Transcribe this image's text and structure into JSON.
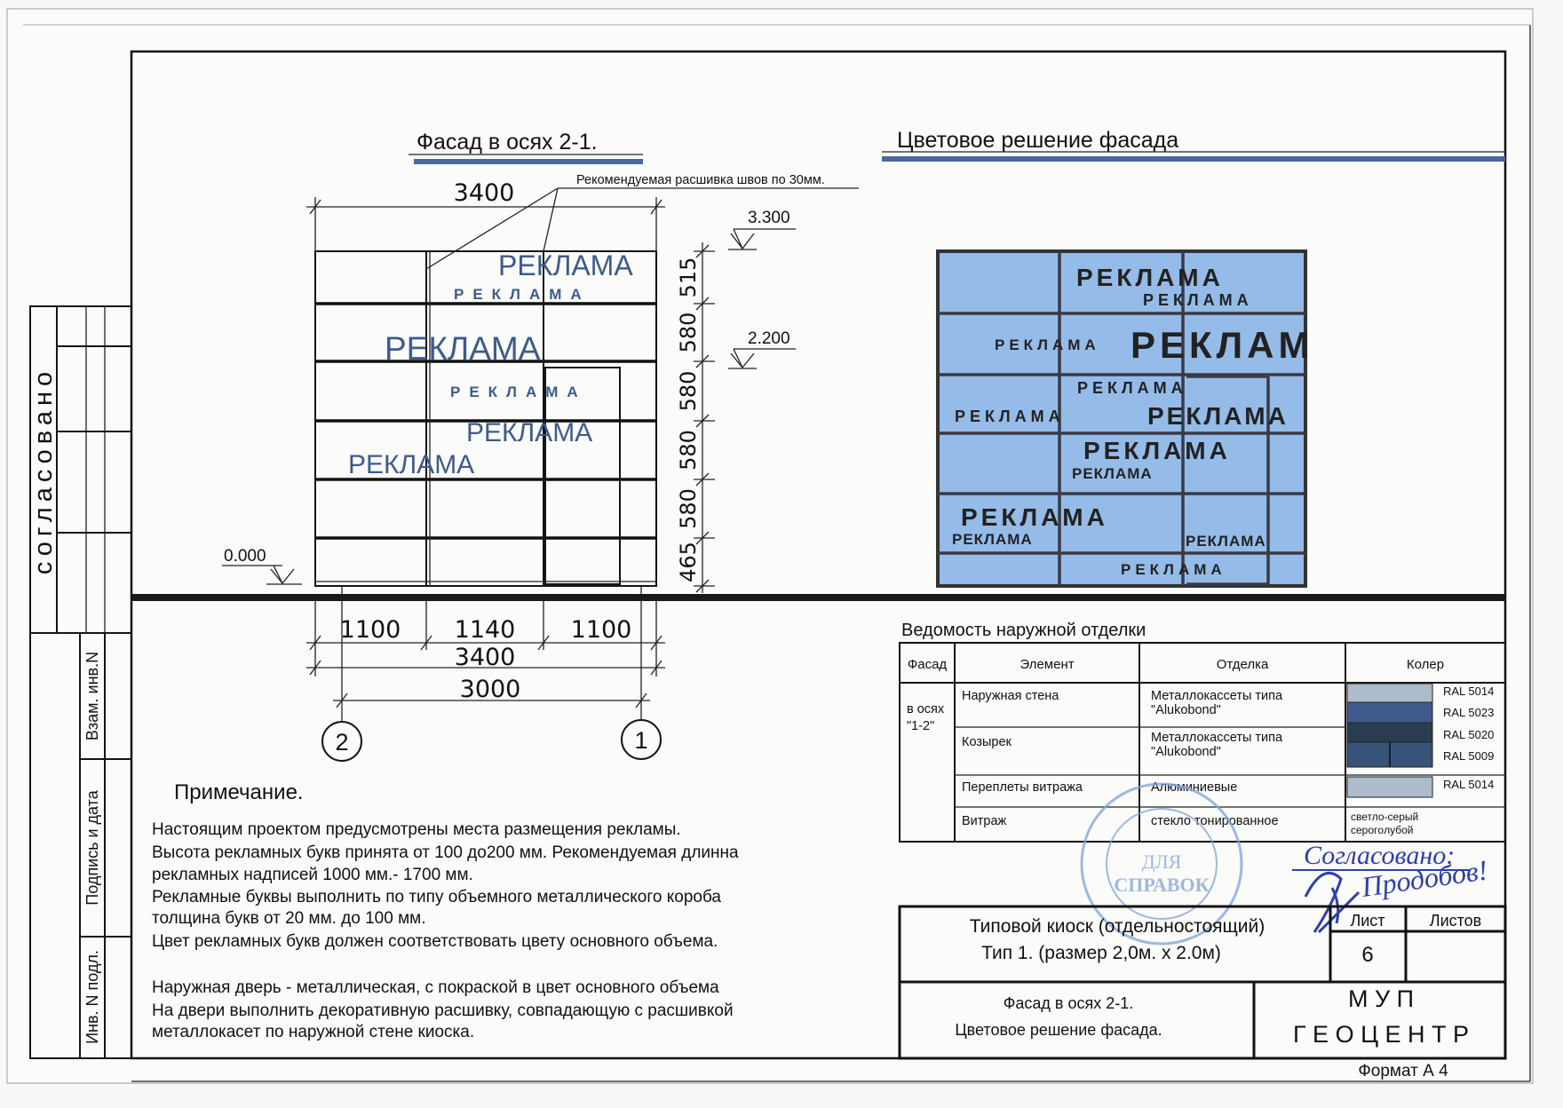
{
  "left_strip": {
    "agreed": "согласовано",
    "labels": [
      "Взам. инв.N",
      "Подпись и дата",
      "Инв. N подл."
    ]
  },
  "facade": {
    "title": "Фасад в осях 2-1.",
    "leader_note": "Рекомендуемая расшивка швов по 30мм.",
    "dim_top": "3400",
    "dims_right": [
      "515",
      "580",
      "580",
      "580",
      "580",
      "465"
    ],
    "levels": [
      "3.300",
      "2.200",
      "0.000"
    ],
    "dims_bottom": [
      "1100",
      "1140",
      "1100"
    ],
    "dim_total": "3400",
    "dim_axes": "3000",
    "axes": [
      "2",
      "1"
    ],
    "ads": [
      "РЕКЛАМА",
      "РЕКЛАМА",
      "РЕКЛАМА",
      "РЕКЛАМА",
      "РЕКЛАМА",
      "РЕКЛАМА"
    ],
    "ad_color": "#3d5b8c"
  },
  "color_facade": {
    "title": "Цветовое решение фасада",
    "fill": "#95bce8",
    "frame": "#3a3a44",
    "ads": [
      "РЕКЛАМА",
      "РЕКЛАМА",
      "РЕКЛАМА",
      "РЕКЛАМ",
      "РЕКЛАМА",
      "РЕКЛАМА",
      "РЕКЛАМА",
      "РЕКЛАМА",
      "РЕКЛАМА",
      "РЕКЛАМА",
      "РЕКЛАМА",
      "РЕКЛАМА",
      "РЕКЛАМА"
    ]
  },
  "schedule": {
    "title": "Ведомость наружной отделки",
    "headers": [
      "Фасад",
      "Элемент",
      "Отделка",
      "Колер"
    ],
    "facade_cell": [
      "в осях",
      "\"1-2\""
    ],
    "rows": [
      {
        "element": "Наружная стена",
        "finish": [
          "Металлокассеты типа",
          "\"Alukobond\""
        ]
      },
      {
        "element": "Козырек",
        "finish": [
          "Металлокассеты типа",
          "\"Alukobond\""
        ]
      },
      {
        "element": "Переплеты витража",
        "finish": [
          "Алюминиевые"
        ]
      },
      {
        "element": "Витраж",
        "finish": [
          "стекло тонированное"
        ]
      }
    ],
    "colors": [
      {
        "ral": "RAL 5014",
        "hex": "#aebbcb"
      },
      {
        "ral": "RAL 5023",
        "hex": "#3f5a8d"
      },
      {
        "ral": "RAL 5020",
        "hex": "#2a3d4e"
      },
      {
        "ral": "RAL 5009",
        "hex": "#385378"
      },
      {
        "ral": "RAL 5014",
        "hex": "#aebbcb"
      }
    ],
    "glass_color": [
      "светло-серый",
      "серогoлубой"
    ]
  },
  "notes": {
    "heading": "Примечание.",
    "lines": [
      "Настоящим проектом предусмотрены места размещения рекламы.",
      "Высота рекламных букв принята от 100 до200 мм. Рекомендуемая длинна",
      "рекламных надписей 1000 мм.- 1700 мм.",
      "Рекламные буквы выполнить по типу объемного металлического короба",
      "толщина букв от 20 мм. до 100 мм.",
      "Цвет рекламных букв должен соответствовать цвету основного объема.",
      "Наружная дверь - металлическая, с покраской в цвет основного объема",
      "На двери выполнить декоративную расшивку, совпадающую с расшивкой",
      "металлокасет по наружной стене киоска."
    ]
  },
  "stamp": {
    "lines": [
      "ДЛЯ",
      "СПРАВОК"
    ],
    "color": "#7fa2d8"
  },
  "signature": {
    "text": "Согласовано:",
    "name": "Продобов",
    "color": "#2f3fa6"
  },
  "title_block": {
    "project": [
      "Типовой киоск (отдельностоящий)",
      "Тип 1. (размер 2,0м. х 2.0м)"
    ],
    "sheet_label": "Лист",
    "sheets_label": "Листов",
    "sheet": "6",
    "sheet_name": [
      "Фасад в осях 2-1.",
      "Цветовое решение фасада."
    ],
    "org": [
      "М У П",
      "Г Е О Ц Е Н Т Р"
    ]
  },
  "format": "Формат А 4"
}
